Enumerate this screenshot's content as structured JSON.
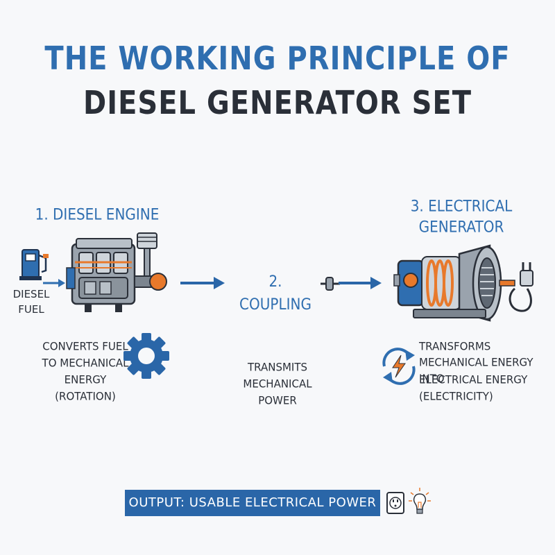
{
  "title": {
    "line1": "THE WORKING PRINCIPLE OF",
    "line2": "DIESEL GENERATOR SET"
  },
  "stages": [
    {
      "title": "1. DIESEL ENGINE",
      "input_label_1": "DIESEL",
      "input_label_2": "FUEL",
      "description": [
        "CONVERTS FUEL",
        "TO MECHANICAL",
        "ENERGY",
        "(ROTATION)"
      ]
    },
    {
      "title": "2. COUPLING",
      "description": [
        "TRANSMITS",
        "MECHANICAL",
        "POWER"
      ]
    },
    {
      "title_line1": "3. ELECTRICAL",
      "title_line2": "GENERATOR",
      "description": [
        "TRANSFORMS",
        "MECHANICAL ENERGY INTO",
        "ELECTRICAL ENERGY",
        "(ELECTRICITY)"
      ]
    }
  ],
  "output": {
    "label": "OUTPUT: USABLE ELECTRICAL POWER"
  },
  "colors": {
    "blue": "#2f6eb0",
    "dark": "#2a2f38",
    "orange": "#e8792b",
    "banner": "#2a66a8"
  },
  "icons": [
    "fuel-pump-icon",
    "engine-icon",
    "gear-icon",
    "coupling-icon",
    "generator-icon",
    "plug-icon",
    "energy-cycle-icon",
    "outlet-icon",
    "light-bulb-icon"
  ]
}
